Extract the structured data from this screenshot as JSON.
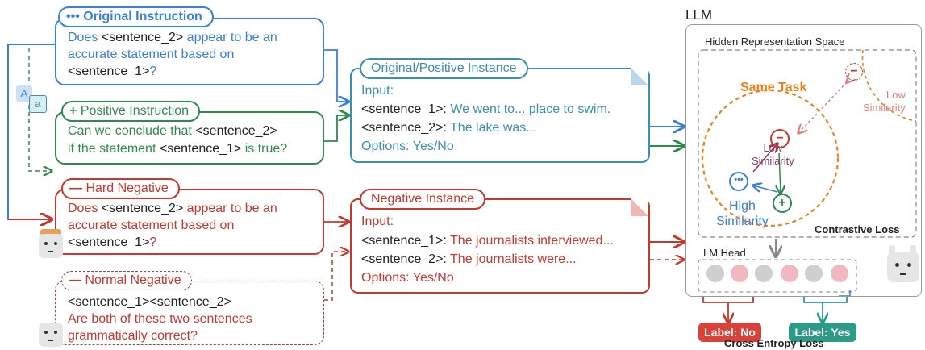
{
  "original_instruction": {
    "tag": "Original Instruction",
    "line1": [
      "Does ",
      "<sentence_2>",
      " appear to be an"
    ],
    "line2": "accurate statement based on",
    "line3": [
      "<sentence_1>",
      "?"
    ]
  },
  "positive_instruction": {
    "tag": "Positive Instruction",
    "line1": [
      "Can we conclude that ",
      "<sentence_2>"
    ],
    "line2": [
      "if the statement ",
      "<sentence_1>",
      " is true?"
    ]
  },
  "hard_negative": {
    "tag": "Hard Negative",
    "line1": [
      "Does ",
      "<sentence_2>",
      " appear to be an"
    ],
    "line2": "accurate statement based on",
    "line3": [
      "<sentence_1>",
      "?"
    ]
  },
  "normal_negative": {
    "tag": "Normal Negative",
    "line1": "<sentence_1><sentence_2>",
    "line2": "Are both of these two sentences",
    "line3": "grammatically correct?"
  },
  "positive_instance": {
    "tag": "Original/Positive Instance",
    "input": "Input:",
    "s1_key": "<sentence_1>:",
    "s1_val": "We went to... place to swim.",
    "s2_key": "<sentence_2>:",
    "s2_val": "The lake was...",
    "options": "Options: Yes/No"
  },
  "negative_instance": {
    "tag": "Negative Instance",
    "input": "Input:",
    "s1_key": "<sentence_1>:",
    "s1_val": "The journalists interviewed...",
    "s2_key": "<sentence_2>:",
    "s2_val": "The journalists were...",
    "options": "Options: Yes/No"
  },
  "llm": {
    "title": "LLM",
    "hidden_space": "Hidden Representation Space",
    "same_task": "Same Task",
    "low_similarity_inner": [
      "Low",
      "Similarity"
    ],
    "low_similarity_outer": [
      "Low",
      "Similarity"
    ],
    "high_similarity": [
      "High",
      "Similarity"
    ],
    "contrastive_loss": "Contrastive Loss",
    "lm_head": "LM Head"
  },
  "outputs": {
    "label_no": "Label: No",
    "label_yes": "Label: Yes",
    "cross_entropy": "Cross Entropy Loss"
  },
  "colors": {
    "blue": "#3a7fd9",
    "green": "#2f8a4e",
    "red": "#c8372d",
    "teal": "#3b8fb0",
    "orange": "#f07f20",
    "label_no_bg": "#d9423a",
    "label_yes_bg": "#2e9a88"
  },
  "icons": [
    "ellipsis-icon",
    "plus-icon",
    "minus-icon",
    "translate-icon",
    "llama-icon"
  ]
}
